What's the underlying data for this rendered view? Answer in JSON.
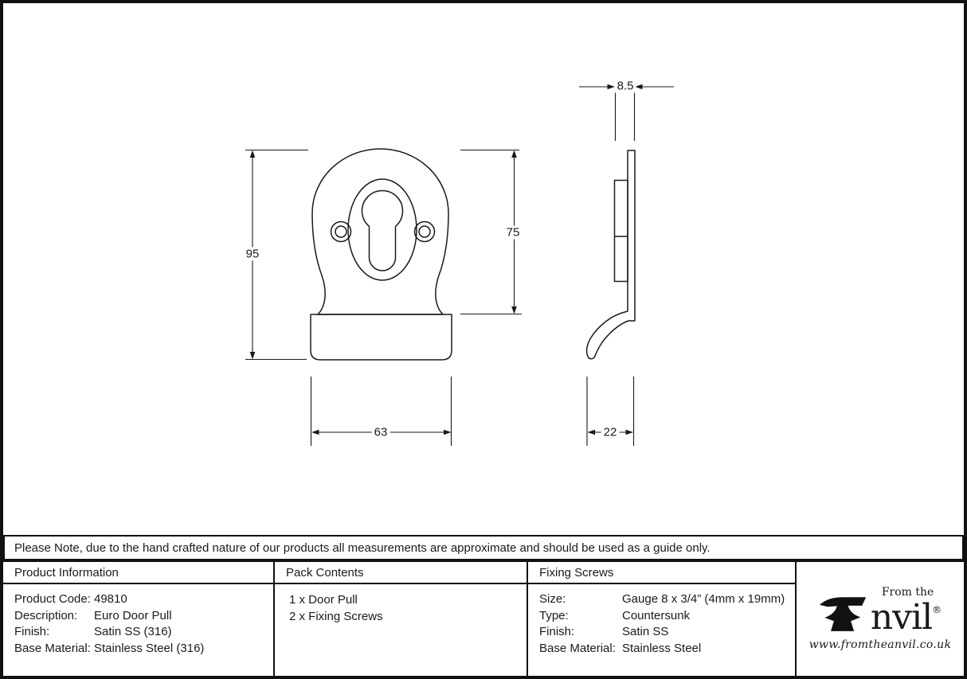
{
  "drawing": {
    "dimensions": {
      "overall_height": "95",
      "plate_height": "75",
      "width": "63",
      "depth": "22",
      "thickness": "8.5"
    }
  },
  "note": "Please Note, due to the hand crafted nature of our products all measurements are approximate and should be used as a guide only.",
  "table": {
    "product_information": {
      "header": "Product Information",
      "rows": [
        {
          "label": "Product Code:",
          "value": "49810"
        },
        {
          "label": "Description:",
          "value": "Euro Door Pull"
        },
        {
          "label": "Finish:",
          "value": "Satin SS (316)"
        },
        {
          "label": "Base Material:",
          "value": "Stainless Steel (316)"
        }
      ]
    },
    "pack_contents": {
      "header": "Pack Contents",
      "items": [
        "1 x Door Pull",
        "2 x Fixing Screws"
      ]
    },
    "fixing_screws": {
      "header": "Fixing Screws",
      "rows": [
        {
          "label": "Size:",
          "value": "Gauge 8 x 3/4” (4mm x 19mm)"
        },
        {
          "label": "Type:",
          "value": "Countersunk"
        },
        {
          "label": "Finish:",
          "value": "Satin SS"
        },
        {
          "label": "Base Material:",
          "value": "Stainless Steel"
        }
      ]
    }
  },
  "logo": {
    "prefix": "From the",
    "name_rest": "nvil",
    "registered": "®",
    "url": "www.fromtheanvil.co.uk"
  },
  "colors": {
    "line": "#1a1a1a",
    "background": "#ffffff",
    "border": "#111111"
  }
}
